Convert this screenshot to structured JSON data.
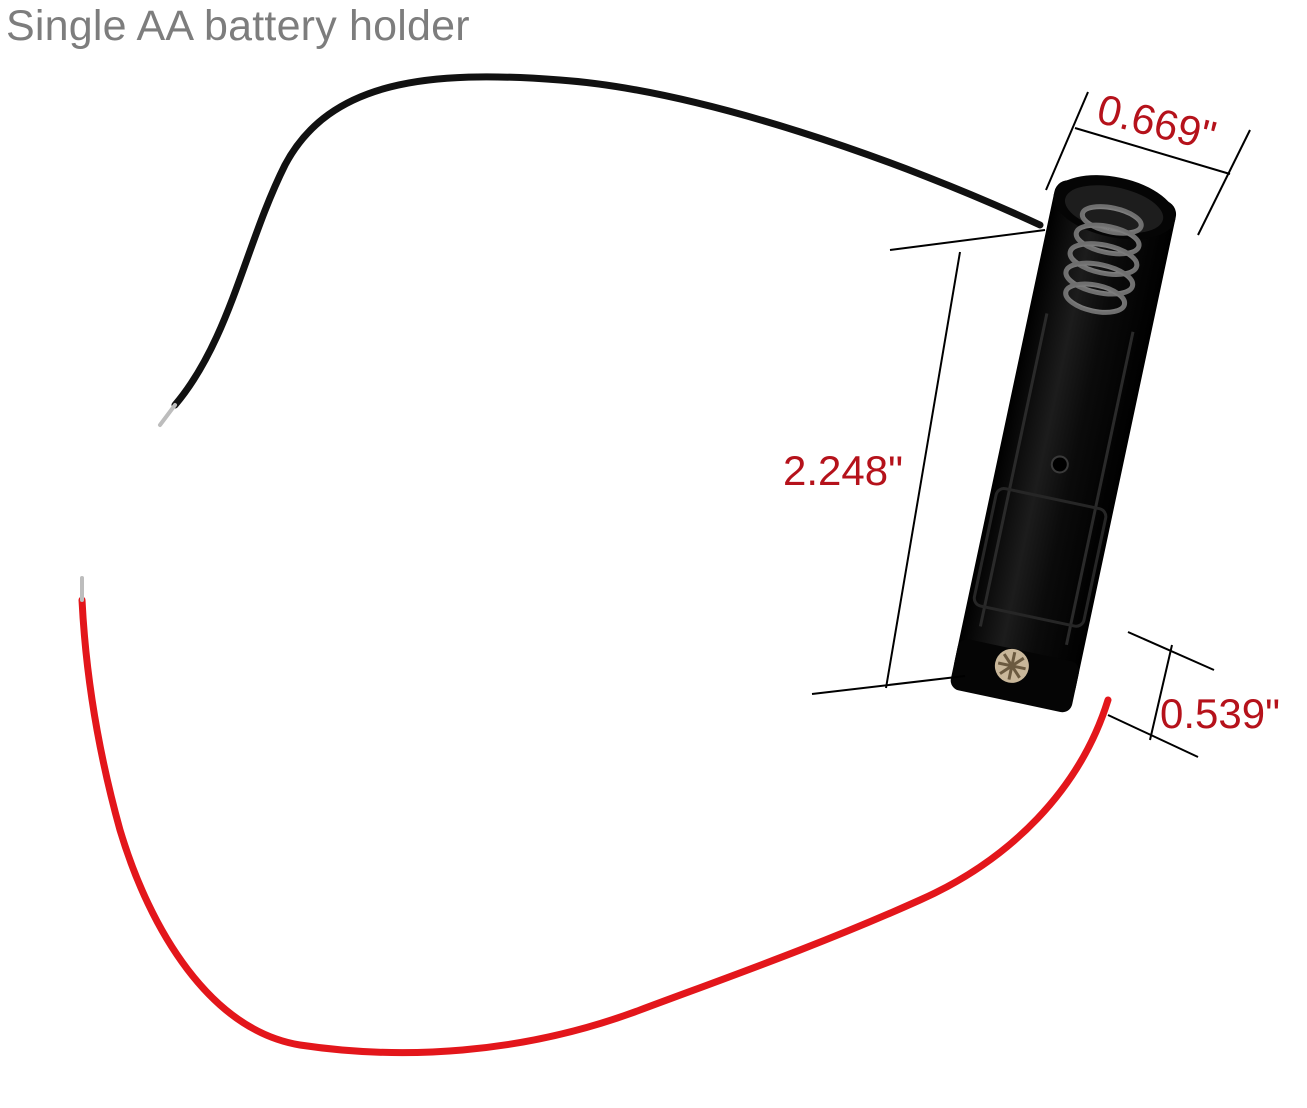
{
  "title": "Single AA battery holder",
  "dimensions": {
    "width": "0.669\"",
    "length": "2.248\"",
    "height": "0.539\""
  },
  "colors": {
    "title_text": "#7d7d7d",
    "dimension_text": "#b5121b",
    "holder_body": "#0d0d0d",
    "negative_wire": "#111111",
    "positive_wire": "#e3161b",
    "dimension_lines": "#000000"
  }
}
